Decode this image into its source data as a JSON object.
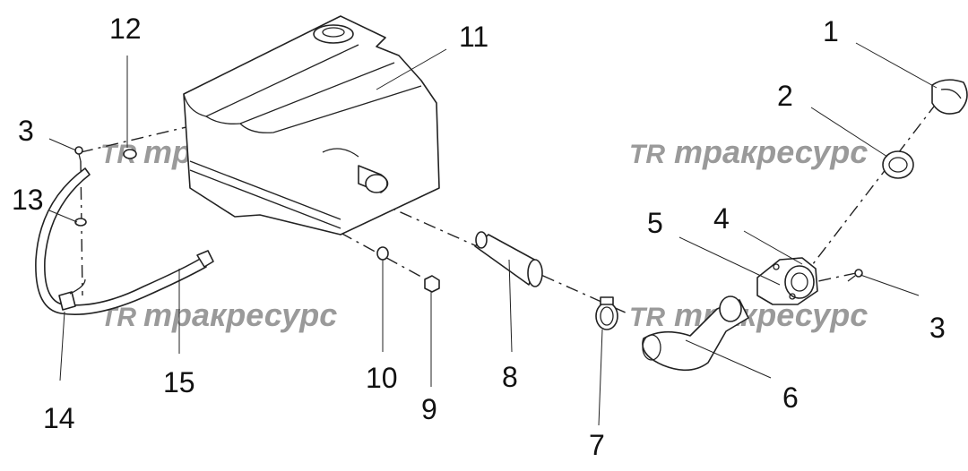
{
  "callouts": {
    "c1": "1",
    "c2": "2",
    "c3a": "3",
    "c3b": "3",
    "c4": "4",
    "c5": "5",
    "c6": "6",
    "c7": "7",
    "c8": "8",
    "c9": "9",
    "c10": "10",
    "c11": "11",
    "c12": "12",
    "c13": "13",
    "c14": "14",
    "c15": "15"
  },
  "watermark": {
    "logo": "TR",
    "text": "тракресурс"
  },
  "colors": {
    "line": "#222222",
    "watermark": "#9a9a9a",
    "background": "#ffffff"
  }
}
